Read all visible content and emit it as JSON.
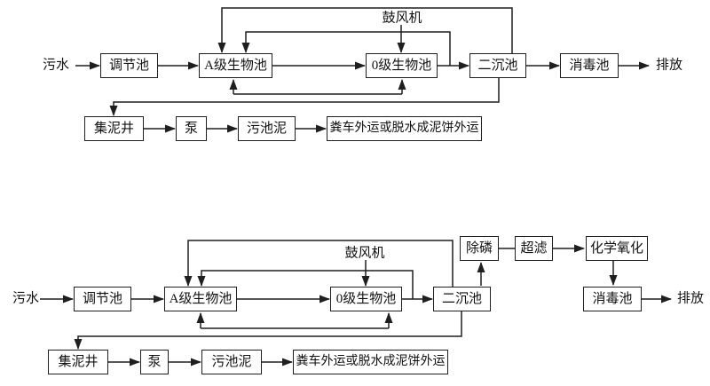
{
  "colors": {
    "line": "#1f1f1f",
    "background": "#ffffff",
    "text": "#111111"
  },
  "top_diagram": {
    "source": "污水",
    "blower": "鼓风机",
    "discharge": "排放",
    "boxes": {
      "regulating": "调节池",
      "a_bio": "A级生物池",
      "o_bio": "0级生物池",
      "secondary_sed": "二沉池",
      "disinfection": "消毒池",
      "mud_well": "集泥井",
      "pump": "泵",
      "sludge_tank": "污池泥",
      "transport": "粪车外运或脱水成泥饼外运"
    }
  },
  "bottom_diagram": {
    "source": "污水",
    "blower": "鼓风机",
    "discharge": "排放",
    "boxes": {
      "regulating": "调节池",
      "a_bio": "A级生物池",
      "o_bio": "0级生物池",
      "secondary_sed": "二沉池",
      "phosphorus_removal": "除磷",
      "ultrafiltration": "超滤",
      "chemical_oxidation": "化学氧化",
      "disinfection": "消毒池",
      "mud_well": "集泥井",
      "pump": "泵",
      "sludge_tank": "污池泥",
      "transport": "粪车外运或脱水成泥饼外运"
    }
  }
}
